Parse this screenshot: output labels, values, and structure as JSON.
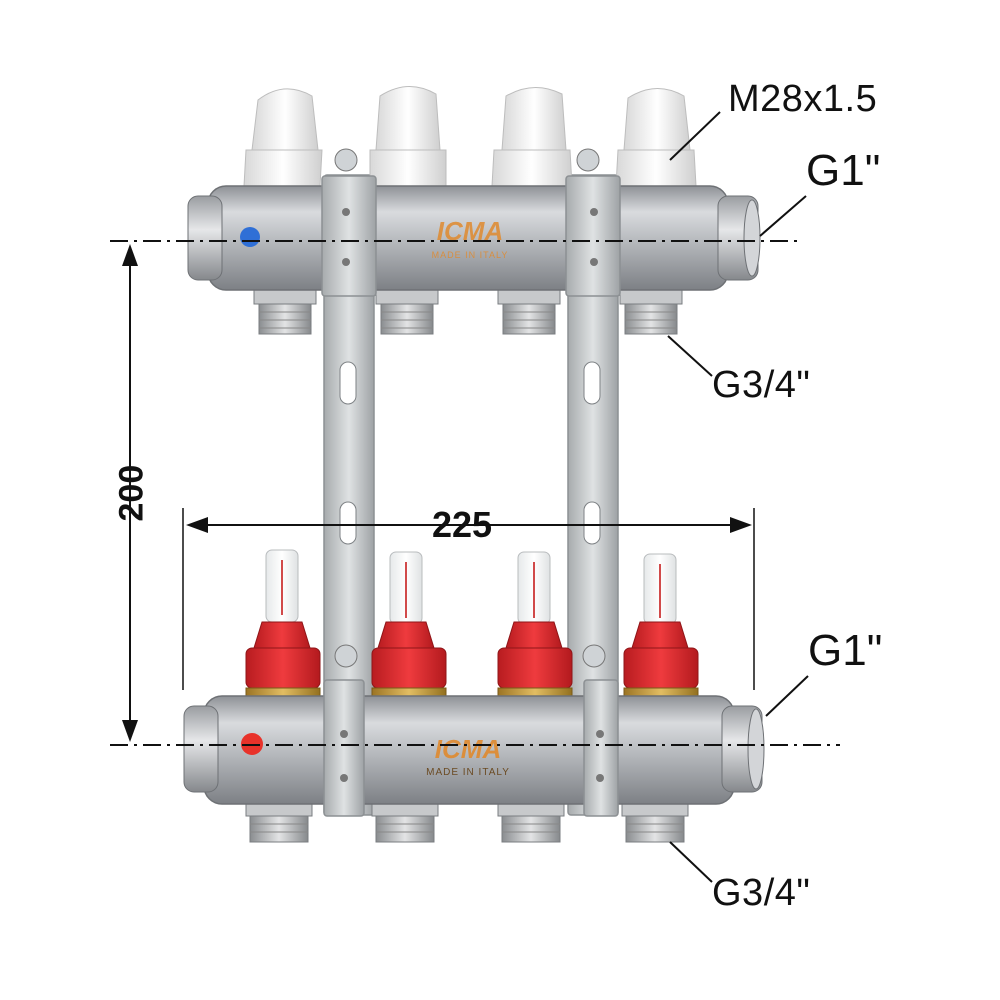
{
  "labels": {
    "cap_thread": "M28x1.5",
    "top_inlet": "G1\"",
    "top_outlet": "G3/4\"",
    "bottom_inlet": "G1\"",
    "bottom_outlet": "G3/4\"",
    "height_dim": "200",
    "width_dim": "225"
  },
  "brand": {
    "logo": "ICMA",
    "tagline": "MADE IN ITALY"
  },
  "colors": {
    "steel": "#b9bcc0",
    "flow_cap_red": "#e0262a",
    "top_cap_white": "#eeeeee",
    "blue_dot": "#2f6fd6",
    "red_dot": "#e8322a",
    "logo_orange": "#e08a2e",
    "brass": "#c79b3e"
  },
  "icons": [
    "valve-cap-icon",
    "flowmeter-icon",
    "bracket-icon",
    "screw-icon"
  ]
}
